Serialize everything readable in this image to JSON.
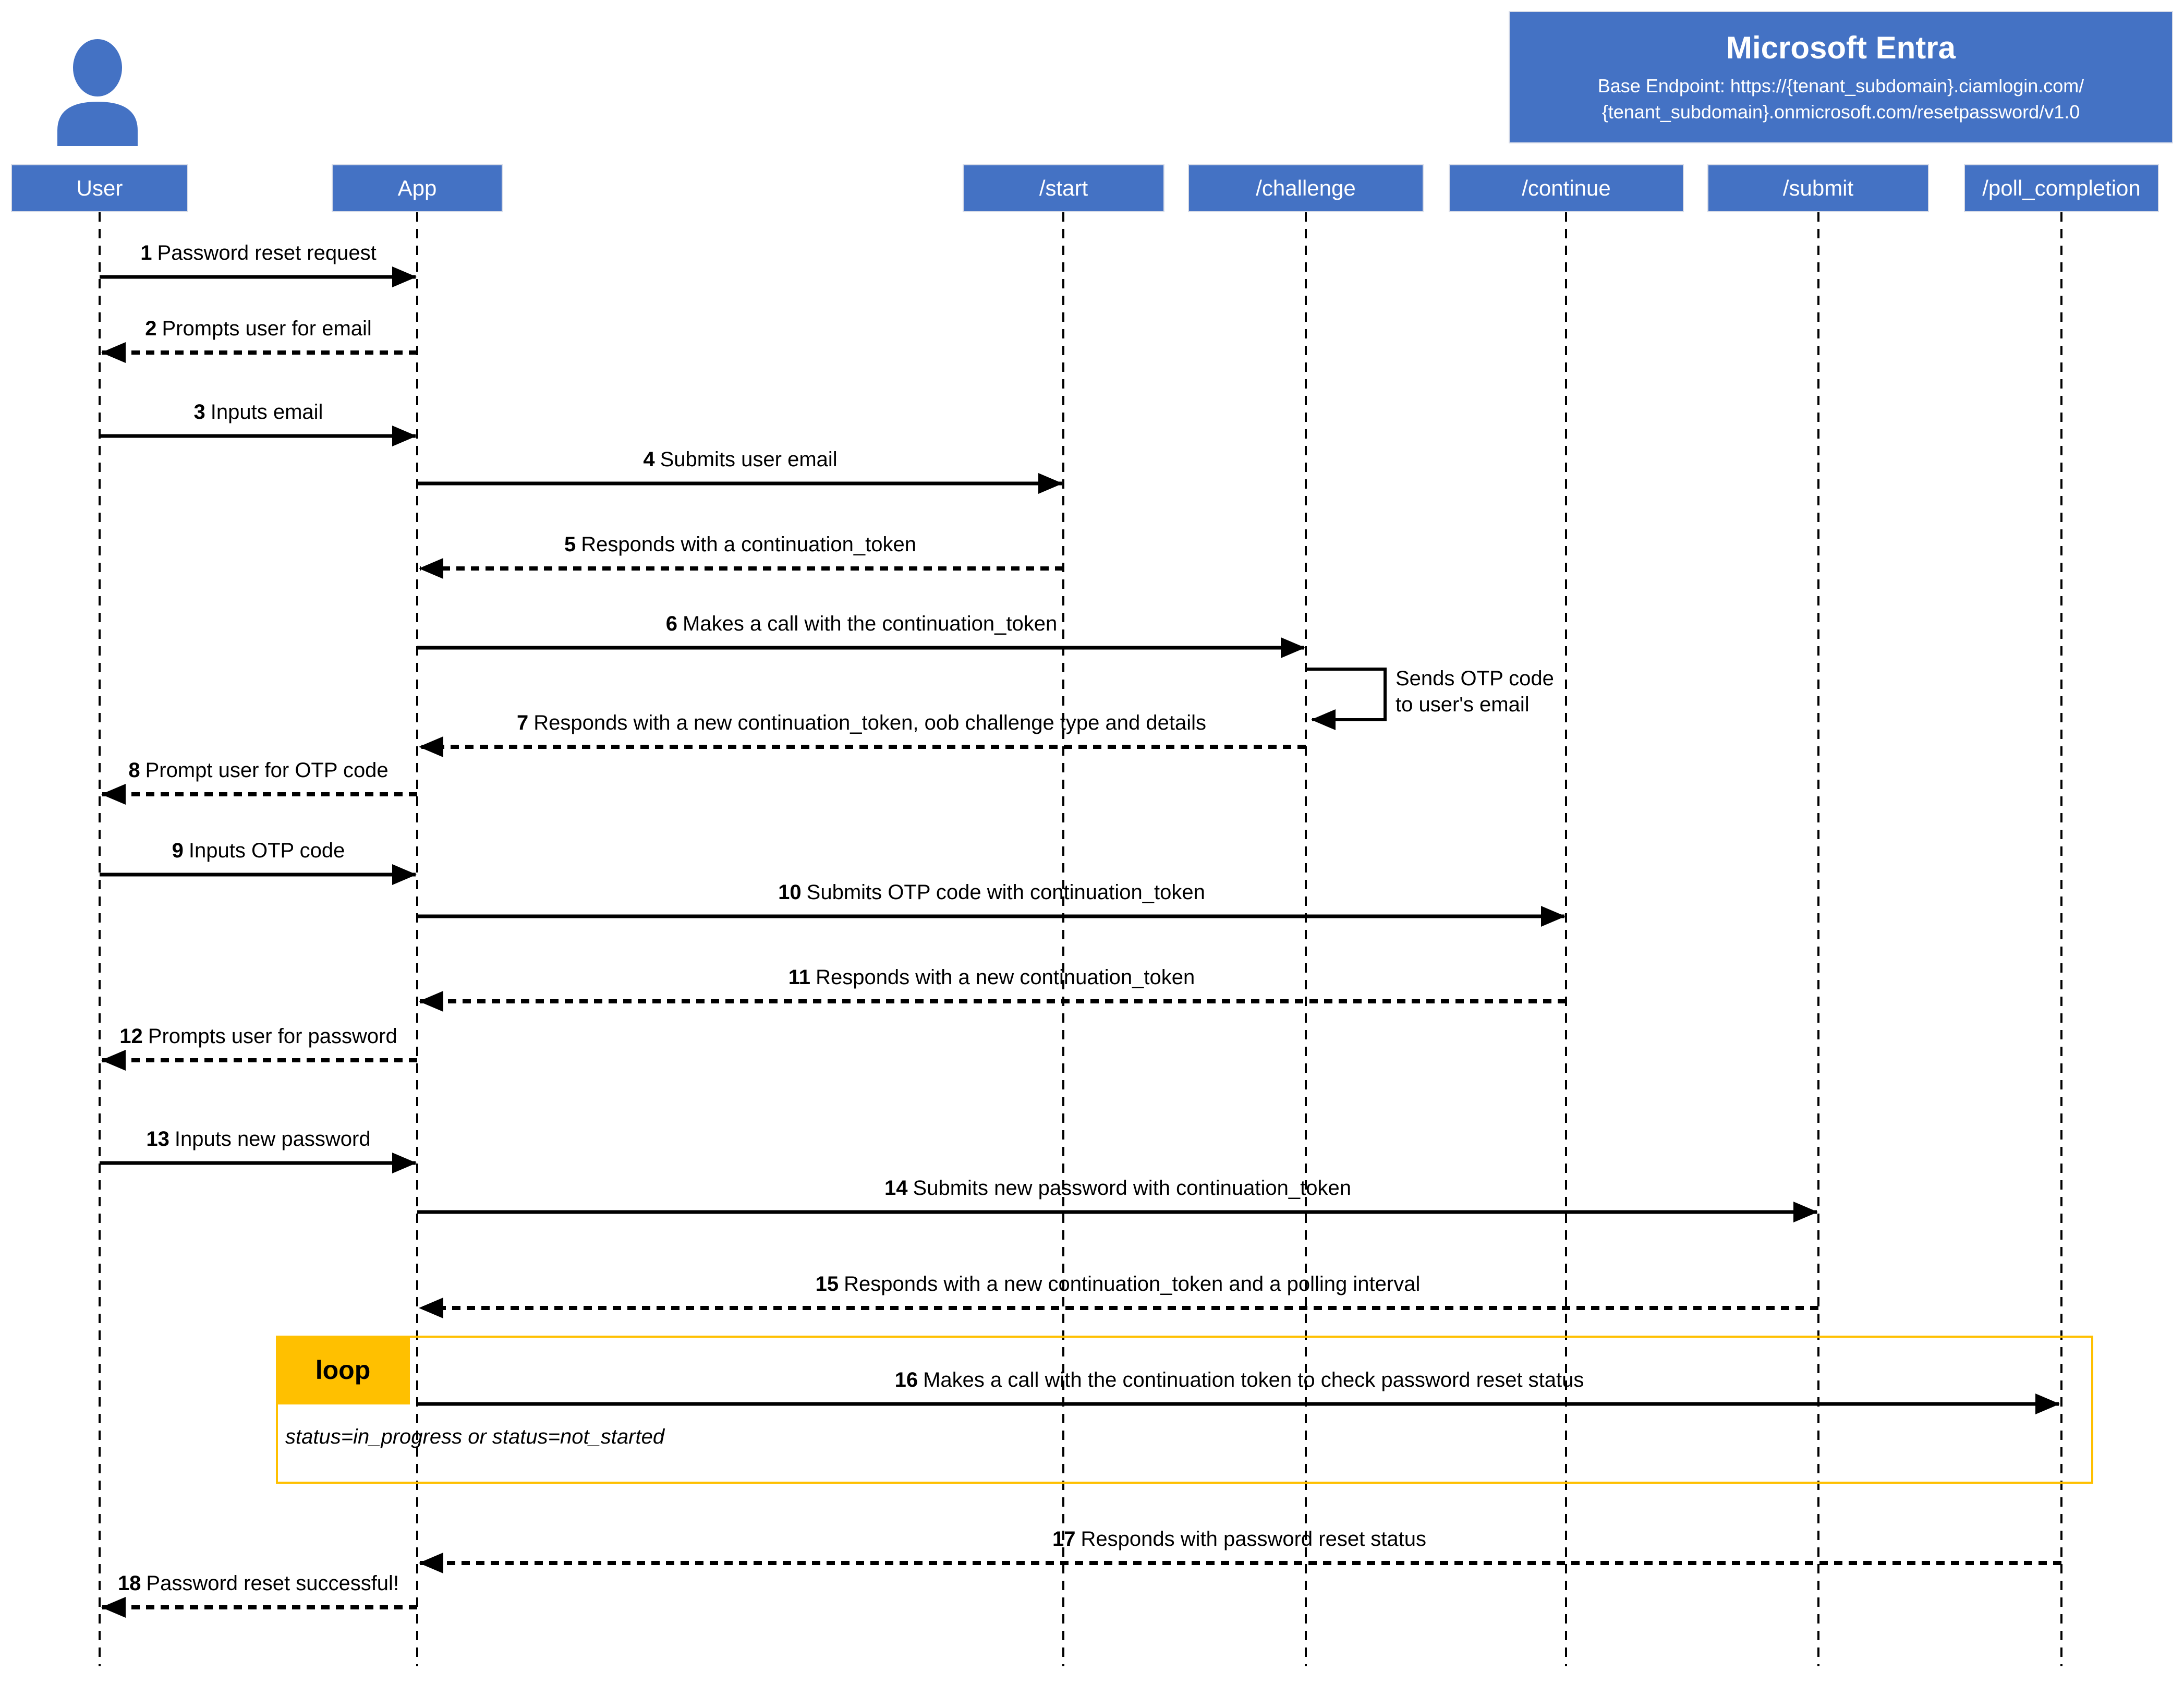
{
  "header": {
    "title": "Microsoft Entra",
    "subtitle_line1": "Base Endpoint: https://{tenant_subdomain}.ciamlogin.com/",
    "subtitle_line2": "{tenant_subdomain}.onmicrosoft.com/resetpassword/v1.0"
  },
  "actors": [
    {
      "id": "user",
      "label": "User"
    },
    {
      "id": "app",
      "label": "App"
    },
    {
      "id": "start",
      "label": "/start"
    },
    {
      "id": "challenge",
      "label": "/challenge"
    },
    {
      "id": "continue",
      "label": "/continue"
    },
    {
      "id": "submit",
      "label": "/submit"
    },
    {
      "id": "poll_completion",
      "label": "/poll_completion"
    }
  ],
  "messages": [
    {
      "num": "1",
      "text": "Password reset request",
      "from": "user",
      "to": "app",
      "style": "solid"
    },
    {
      "num": "2",
      "text": "Prompts user for email",
      "from": "app",
      "to": "user",
      "style": "dashed"
    },
    {
      "num": "3",
      "text": "Inputs email",
      "from": "user",
      "to": "app",
      "style": "solid"
    },
    {
      "num": "4",
      "text": "Submits user email",
      "from": "app",
      "to": "start",
      "style": "solid"
    },
    {
      "num": "5",
      "text": "Responds with a continuation_token",
      "from": "start",
      "to": "app",
      "style": "dashed"
    },
    {
      "num": "6",
      "text": "Makes a call with the continuation_token",
      "from": "app",
      "to": "challenge",
      "style": "solid"
    },
    {
      "num": "7",
      "text": "Responds with a new continuation_token, oob challenge type and details",
      "from": "challenge",
      "to": "app",
      "style": "dashed"
    },
    {
      "num": "8",
      "text": "Prompt user for OTP code",
      "from": "app",
      "to": "user",
      "style": "dashed"
    },
    {
      "num": "9",
      "text": "Inputs OTP code",
      "from": "user",
      "to": "app",
      "style": "solid"
    },
    {
      "num": "10",
      "text": "Submits OTP code with continuation_token",
      "from": "app",
      "to": "continue",
      "style": "solid"
    },
    {
      "num": "11",
      "text": "Responds with a new continuation_token",
      "from": "continue",
      "to": "app",
      "style": "dashed"
    },
    {
      "num": "12",
      "text": "Prompts user for password",
      "from": "app",
      "to": "user",
      "style": "dashed"
    },
    {
      "num": "13",
      "text": "Inputs new password",
      "from": "user",
      "to": "app",
      "style": "solid"
    },
    {
      "num": "14",
      "text": "Submits new password with continuation_token",
      "from": "app",
      "to": "submit",
      "style": "solid"
    },
    {
      "num": "15",
      "text": "Responds with a new continuation_token and a polling interval",
      "from": "submit",
      "to": "app",
      "style": "dashed"
    },
    {
      "num": "16",
      "text": "Makes a call with the continuation token to check password reset status",
      "from": "app",
      "to": "poll_completion",
      "style": "solid"
    },
    {
      "num": "17",
      "text": "Responds with password reset status",
      "from": "poll_completion",
      "to": "app",
      "style": "dashed"
    },
    {
      "num": "18",
      "text": "Password reset successful!",
      "from": "app",
      "to": "user",
      "style": "dashed"
    }
  ],
  "self_note": {
    "line1": "Sends OTP code",
    "line2": "to user's email",
    "actor": "challenge"
  },
  "loop": {
    "label": "loop",
    "condition": "status=in_progress or status=not_started"
  },
  "colors": {
    "primary_blue": "#4472C4",
    "loop_gold": "#FFC000",
    "text_black": "#000000",
    "text_white": "#ffffff"
  }
}
